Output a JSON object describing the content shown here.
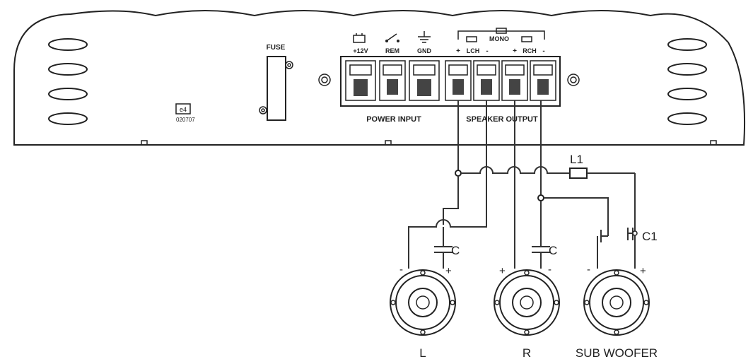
{
  "amplifier": {
    "fuse_label": "FUSE",
    "badge_top": "e4",
    "badge_bottom": "020707",
    "power_input_label": "POWER INPUT",
    "speaker_output_label": "SPEAKER OUTPUT",
    "mono_label": "MONO",
    "terminals": {
      "plus12v": "+12V",
      "rem": "REM",
      "gnd": "GND",
      "lch_plus": "+",
      "lch": "LCH",
      "lch_minus": "-",
      "rch_plus": "+",
      "rch": "RCH",
      "rch_minus": "-"
    }
  },
  "components": {
    "inductor": "L1",
    "capacitor_left": "C",
    "capacitor_right": "C",
    "capacitor_sub": "C1"
  },
  "speakers": [
    {
      "label": "L",
      "minus": "-",
      "plus": "+"
    },
    {
      "label": "R",
      "plus": "+",
      "minus": "-"
    },
    {
      "label": "SUB WOOFER",
      "minus": "-",
      "plus": "+"
    }
  ]
}
